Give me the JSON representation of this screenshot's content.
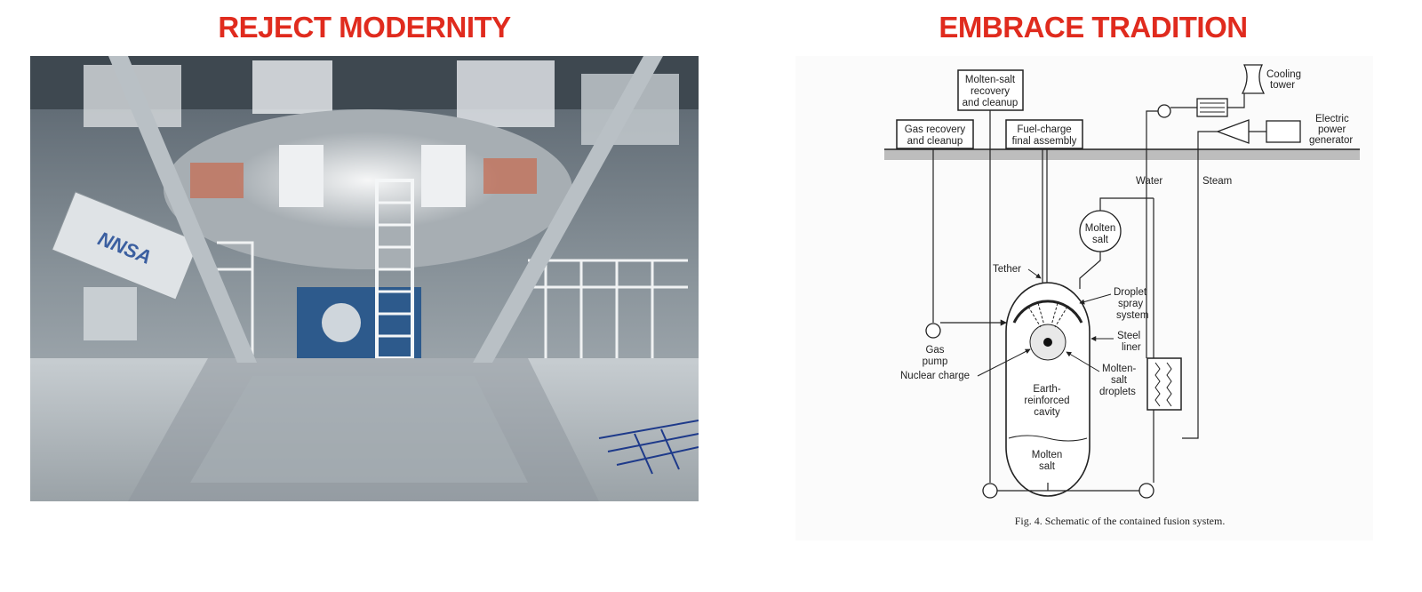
{
  "titles": {
    "left": "REJECT MODERNITY",
    "right": "EMBRACE TRADITION"
  },
  "colors": {
    "title": "#e02b1e"
  },
  "photo": {
    "logo_text": "NNSA"
  },
  "diagram": {
    "labels": {
      "molten_salt_recovery": [
        "Molten-salt",
        "recovery",
        "and cleanup"
      ],
      "gas_recovery": [
        "Gas recovery",
        "and cleanup"
      ],
      "fuel_charge": [
        "Fuel-charge",
        "final assembly"
      ],
      "cooling_tower": [
        "Cooling",
        "tower"
      ],
      "electric_generator": [
        "Electric",
        "power",
        "generator"
      ],
      "water": "Water",
      "steam": "Steam",
      "molten_salt_tank": [
        "Molten",
        "salt"
      ],
      "tether": "Tether",
      "droplet_spray": [
        "Droplet",
        "spray",
        "system"
      ],
      "steel_liner": [
        "Steel",
        "liner"
      ],
      "gas_pump": [
        "Gas",
        "pump"
      ],
      "nuclear_charge": "Nuclear charge",
      "molten_salt_droplets": [
        "Molten-",
        "salt",
        "droplets"
      ],
      "earth_cavity": [
        "Earth-",
        "reinforced",
        "cavity"
      ],
      "molten_salt_pool": [
        "Molten",
        "salt"
      ]
    },
    "caption": "Fig. 4. Schematic of the contained fusion system."
  }
}
